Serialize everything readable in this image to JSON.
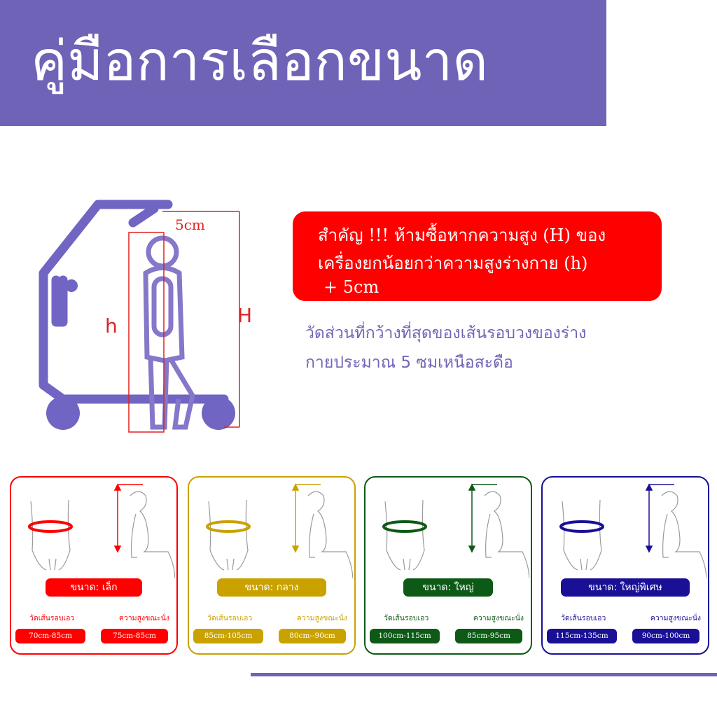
{
  "header": {
    "title": "คู่มือการเลือกขนาด"
  },
  "diagram": {
    "label_5cm": "5cm",
    "label_h": "h",
    "label_H": "H"
  },
  "warning": {
    "line1": "สำคัญ !!! ห้ามซื้อหากความสูง (H) ของ",
    "line2": "เครื่องยกน้อยกว่าความสูงร่างกาย (h)",
    "line3": "+ 5cm"
  },
  "note": {
    "line1": "วัดส่วนที่กว้างที่สุดของเส้นรอบวงของร่าง",
    "line2": "กายประมาณ 5 ซมเหนือสะดือ"
  },
  "cards": [
    {
      "size_label": "ขนาด: เล็ก",
      "waist_label": "วัดเส้นรอบเอว",
      "height_label": "ความสูงขณะนั่ง",
      "waist_value": "70cm-85cm",
      "height_value": "75cm-85cm",
      "color": "#ff0000"
    },
    {
      "size_label": "ขนาด: กลาง",
      "waist_label": "วัดเส้นรอบเอว",
      "height_label": "ความสูงขณะนั่ง",
      "waist_value": "85cm-105cm",
      "height_value": "80cm--90cm",
      "color": "#c9a200"
    },
    {
      "size_label": "ขนาด: ใหญ่",
      "waist_label": "วัดเส้นรอบเอว",
      "height_label": "ความสูงขณะนั่ง",
      "waist_value": "100cm-115cm",
      "height_value": "85cm-95cm",
      "color": "#0d5a17"
    },
    {
      "size_label": "ขนาด: ใหญ่พิเศษ",
      "waist_label": "วัดเส้นรอบเอว",
      "height_label": "ความสูงขณะนั่ง",
      "waist_value": "115cm-135cm",
      "height_value": "90cm-100cm",
      "color": "#1a1096"
    }
  ],
  "colors": {
    "brand": "#6f63b8",
    "warning": "#ff0000",
    "note_text": "#7165b6"
  }
}
